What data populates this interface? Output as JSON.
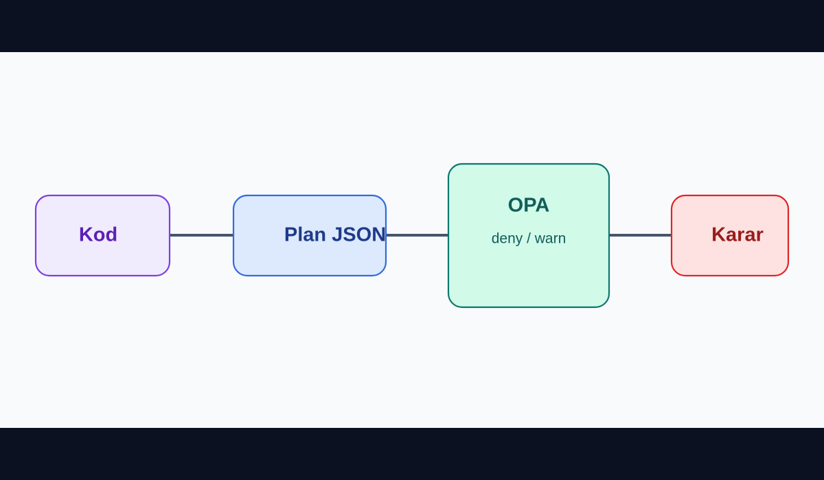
{
  "diagram": {
    "nodes": [
      {
        "id": "kod",
        "title": "Kod",
        "fill": "#f1ebfe",
        "stroke": "#7e3fdc",
        "text": "#5b21b6"
      },
      {
        "id": "plan",
        "title": "Plan JSON",
        "fill": "#dde9fd",
        "stroke": "#2f6bdc",
        "text": "#1e3a8a"
      },
      {
        "id": "opa",
        "title": "OPA",
        "subtitle": "deny / warn",
        "fill": "#d1fae9",
        "stroke": "#0f766e",
        "text": "#115e59"
      },
      {
        "id": "karar",
        "title": "Karar",
        "fill": "#fee2e2",
        "stroke": "#dc2626",
        "text": "#991b1b"
      }
    ],
    "edges": [
      {
        "from": "kod",
        "to": "plan"
      },
      {
        "from": "plan",
        "to": "opa"
      },
      {
        "from": "opa",
        "to": "karar"
      }
    ],
    "edge_color": "#475569"
  }
}
